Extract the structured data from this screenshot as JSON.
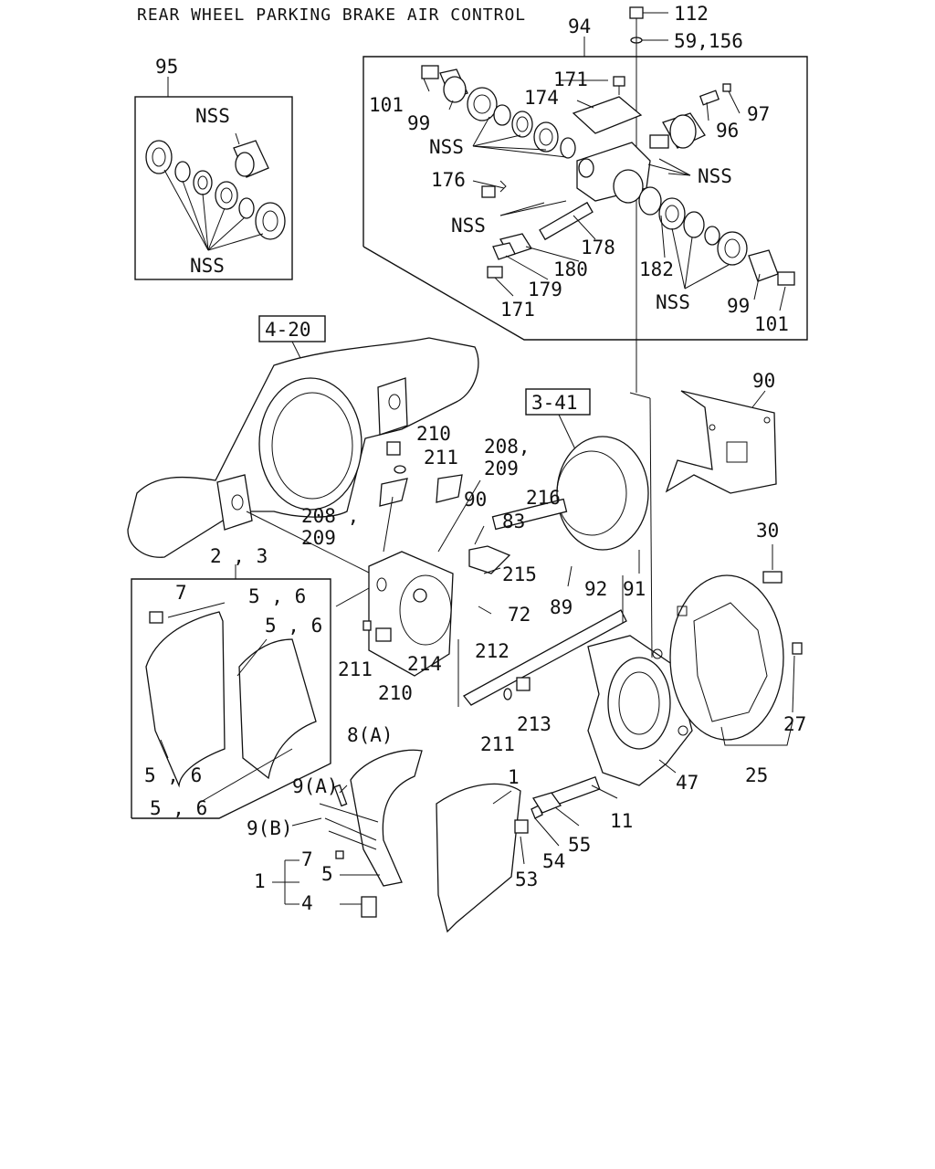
{
  "title": "REAR WHEEL PARKING BRAKE AIR CONTROL",
  "refs": {
    "axle": "4-20",
    "chamber": "3-41"
  },
  "labels": {
    "l112": "112",
    "l59_156": "59,156",
    "l94": "94",
    "l95": "95",
    "nss_95_top": "NSS",
    "nss_95_bot": "NSS",
    "l101a": "101",
    "l99a": "99",
    "l171a": "171",
    "l174": "174",
    "l97": "97",
    "l96": "96",
    "nss_a": "NSS",
    "nss_b": "NSS",
    "l176": "176",
    "nss_c": "NSS",
    "l178": "178",
    "l180": "180",
    "l179": "179",
    "l171b": "171",
    "l182": "182",
    "nss_d": "NSS",
    "l99b": "99",
    "l101b": "101",
    "l90a": "90",
    "l210a": "210",
    "l211a": "211",
    "l208a": "208,",
    "l209a": "209",
    "l208b": "208 ,",
    "l209b": "209",
    "l90b": "90",
    "l216": "216",
    "l83": "83",
    "l215": "215",
    "l72": "72",
    "l89": "89",
    "l92": "92",
    "l91": "91",
    "l30": "30",
    "l2_3": "2 , 3",
    "l7a": "7",
    "l5_6a": "5 , 6",
    "l5_6b": "5 , 6",
    "l5_6c": "5 , 6",
    "l5_6d": "5 , 6",
    "l211b": "211",
    "l210b": "210",
    "l214": "214",
    "l212": "212",
    "l213": "213",
    "l211c": "211",
    "l27": "27",
    "l25": "25",
    "l47": "47",
    "l8a": "8(A)",
    "l9a": "9(A)",
    "l9b": "9(B)",
    "l1a": "1",
    "l7b": "7",
    "l5": "5",
    "l1b": "1",
    "l4": "4",
    "l11": "11",
    "l55": "55",
    "l54": "54",
    "l53": "53"
  }
}
